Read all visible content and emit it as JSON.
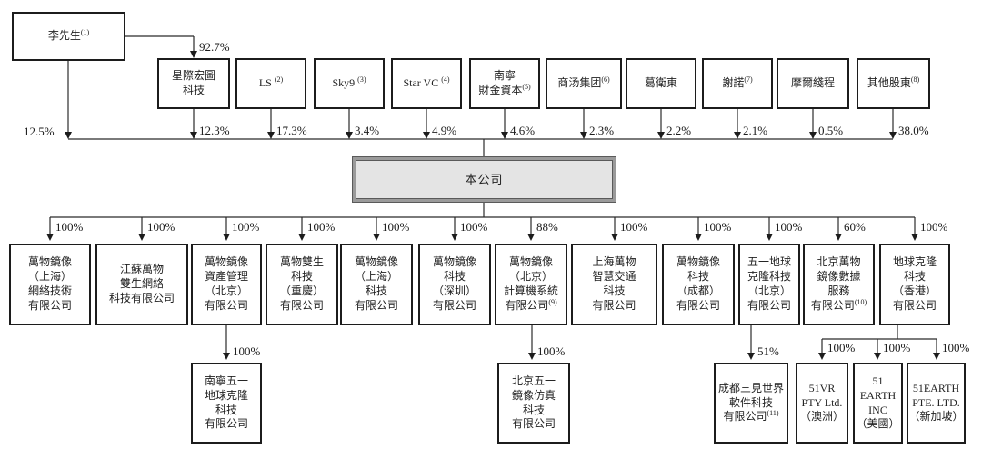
{
  "diagram": {
    "founder": {
      "name": "李先生",
      "sup": "(1)",
      "pct_to_holdco": "92.7%",
      "pct_direct": "12.5%"
    },
    "company": {
      "name": "本公司"
    },
    "shareholders": [
      {
        "name": "星際宏圖\n科技",
        "pct": "12.3%"
      },
      {
        "name": "LS",
        "sup": "(2)",
        "pct": "17.3%"
      },
      {
        "name": "Sky9",
        "sup": "(3)",
        "pct": "3.4%"
      },
      {
        "name": "Star VC",
        "sup": "(4)",
        "pct": "4.9%"
      },
      {
        "name": "南寧\n財金資本",
        "sup": "(5)",
        "pct": "4.6%"
      },
      {
        "name": "商汤集团",
        "sup": "(6)",
        "pct": "2.3%"
      },
      {
        "name": "葛衛東",
        "pct": "2.2%"
      },
      {
        "name": "謝諾",
        "sup": "(7)",
        "pct": "2.1%"
      },
      {
        "name": "摩爾綫程",
        "pct": "0.5%"
      },
      {
        "name": "其他股東",
        "sup": "(8)",
        "pct": "38.0%"
      }
    ],
    "subsidiaries": [
      {
        "name": "萬物鏡像\n（上海）\n網絡技術\n有限公司",
        "pct": "100%"
      },
      {
        "name": "江蘇萬物\n雙生網絡\n科技有限公司",
        "pct": "100%"
      },
      {
        "name": "萬物鏡像\n資產管理\n（北京）\n有限公司",
        "pct": "100%"
      },
      {
        "name": "萬物雙生\n科技\n（重慶）\n有限公司",
        "pct": "100%"
      },
      {
        "name": "萬物鏡像\n（上海）\n科技\n有限公司",
        "pct": "100%"
      },
      {
        "name": "萬物鏡像\n科技\n（深圳）\n有限公司",
        "pct": "100%"
      },
      {
        "name": "萬物鏡像\n（北京）\n計算機系統\n有限公司",
        "sup": "(9)",
        "pct": "88%"
      },
      {
        "name": "上海萬物\n智慧交通\n科技\n有限公司",
        "pct": "100%"
      },
      {
        "name": "萬物鏡像\n科技\n（成都）\n有限公司",
        "pct": "100%"
      },
      {
        "name": "五一地球\n克隆科技\n（北京）\n有限公司",
        "pct": "100%"
      },
      {
        "name": "北京萬物\n鏡像數據\n服務\n有限公司",
        "sup": "(10)",
        "pct": "60%"
      },
      {
        "name": "地球克隆\n科技\n（香港）\n有限公司",
        "pct": "100%"
      }
    ],
    "sub_subsidiaries": [
      {
        "name": "南寧五一\n地球克隆\n科技\n有限公司",
        "pct": "100%"
      },
      {
        "name": "北京五一\n鏡像仿真\n科技\n有限公司",
        "pct": "100%"
      },
      {
        "name": "成都三見世界\n軟件科技\n有限公司",
        "sup": "(11)",
        "pct": "51%"
      },
      {
        "name": "51VR\nPTY Ltd.\n（澳洲）",
        "pct": "100%"
      },
      {
        "name": "51\nEARTH\nINC\n（美國）",
        "pct": "100%"
      },
      {
        "name": "51EARTH\nPTE. LTD.\n（新加坡）",
        "pct": "100%"
      }
    ],
    "colors": {
      "line": "#2a2a2a",
      "box_border": "#1c1c1c",
      "company_fill": "#e4e4e4",
      "company_border": "#9a9a9a"
    }
  }
}
